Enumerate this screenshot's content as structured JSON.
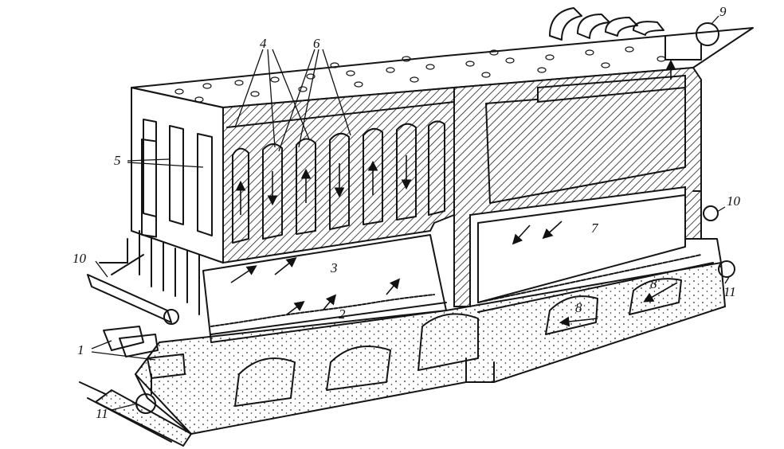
{
  "diagram": {
    "labels": {
      "l1": "1",
      "l2": "2",
      "l3": "3",
      "l4": "4",
      "l5": "5",
      "l6": "6",
      "l7": "7",
      "l8a": "8",
      "l8b": "8",
      "l9": "9",
      "l10a": "10",
      "l10b": "10",
      "l11a": "11",
      "l11b": "11"
    }
  }
}
